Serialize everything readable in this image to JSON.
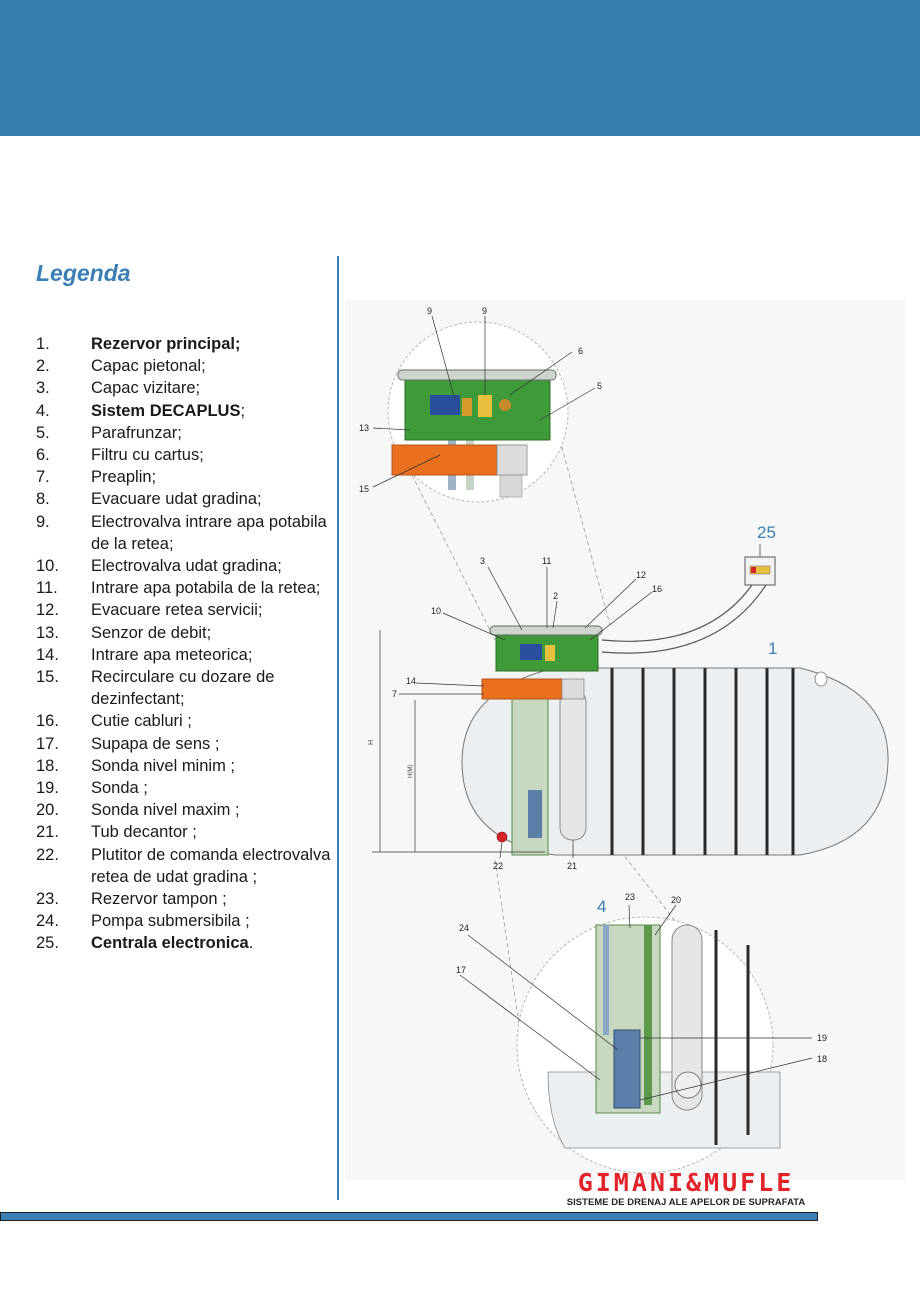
{
  "legend": {
    "title": "Legenda",
    "items": [
      {
        "num": "1.",
        "text": "Rezervor principal;",
        "bold": true
      },
      {
        "num": "2.",
        "text": "Capac pietonal;"
      },
      {
        "num": "3.",
        "text": "Capac vizitare;"
      },
      {
        "num": "4.",
        "text_bold": "Sistem DECAPLUS",
        "text_tail": ";"
      },
      {
        "num": "5.",
        "text": "Parafrunzar;"
      },
      {
        "num": "6.",
        "text": "Filtru cu cartus;"
      },
      {
        "num": "7.",
        "text": "Preaplin;"
      },
      {
        "num": "8.",
        "text": "Evacuare udat gradina;"
      },
      {
        "num": "9.",
        "text": "Electrovalva intrare apa potabila de la retea;"
      },
      {
        "num": "10.",
        "text": "Electrovalva udat gradina;"
      },
      {
        "num": "11.",
        "text": "Intrare apa potabila de la retea;"
      },
      {
        "num": "12.",
        "text": "Evacuare retea servicii;"
      },
      {
        "num": "13.",
        "text": "Senzor de debit;"
      },
      {
        "num": "14.",
        "text": "Intrare apa meteorica;"
      },
      {
        "num": "15.",
        "text": "Recirculare cu dozare de dezinfectant;"
      },
      {
        "num": "16.",
        "text": "Cutie cabluri ;"
      },
      {
        "num": "17.",
        "text": "Supapa de sens ;"
      },
      {
        "num": "18.",
        "text": "Sonda nivel minim ;"
      },
      {
        "num": "19.",
        "text": "Sonda ;"
      },
      {
        "num": "20.",
        "text": "Sonda nivel maxim ;"
      },
      {
        "num": "21.",
        "text": "Tub decantor ;"
      },
      {
        "num": "22.",
        "text": "Plutitor de comanda electrovalva retea de udat gradina ;"
      },
      {
        "num": "23.",
        "text": "Rezervor tampon ;"
      },
      {
        "num": "24.",
        "text": "Pompa submersibila ;"
      },
      {
        "num": "25.",
        "text_bold": "Centrala electronica",
        "text_tail": "."
      }
    ]
  },
  "diagram": {
    "callouts": {
      "c1": "1",
      "c2": "2",
      "c3": "3",
      "c4": "4",
      "c5": "5",
      "c6": "6",
      "c9": "9",
      "c7": "7",
      "c10": "10",
      "c11": "11",
      "c12": "12",
      "c13": "13",
      "c14": "14",
      "c15": "15",
      "c16": "16",
      "c17": "17",
      "c18": "18",
      "c19": "19",
      "c20": "20",
      "c21": "21",
      "c22": "22",
      "c23": "23",
      "c24": "24",
      "c25": "25",
      "h": "H",
      "hem": "H(M)"
    }
  },
  "brand": {
    "name": "GIMANI&MUFLE",
    "tagline": "SISTEME DE DRENAJ ALE APELOR DE SUPRAFATA"
  },
  "colors": {
    "header_band": "#3580ad",
    "accent_blue": "#3a7fb5",
    "brand_red": "#e2232a",
    "tank_green": "#3f9a3a",
    "pipe_orange": "#e8701f"
  }
}
